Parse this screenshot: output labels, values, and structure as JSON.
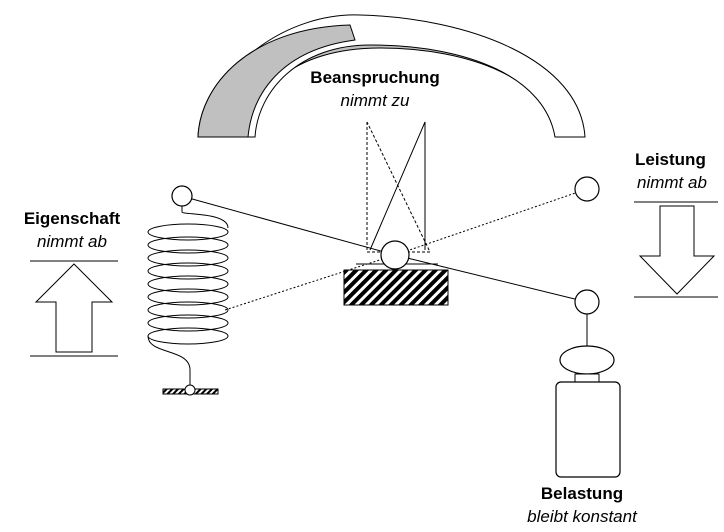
{
  "labels": {
    "stress": {
      "title": "Beanspruchung",
      "trend": "nimmt zu"
    },
    "property": {
      "title": "Eigenschaft",
      "trend": "nimmt ab"
    },
    "performance": {
      "title": "Leistung",
      "trend": "nimmt ab"
    },
    "load": {
      "title": "Belastung",
      "trend": "bleibt konstant"
    }
  },
  "colors": {
    "stroke": "#000000",
    "fill_shaded": "#c0c0c0",
    "background": "#ffffff"
  }
}
